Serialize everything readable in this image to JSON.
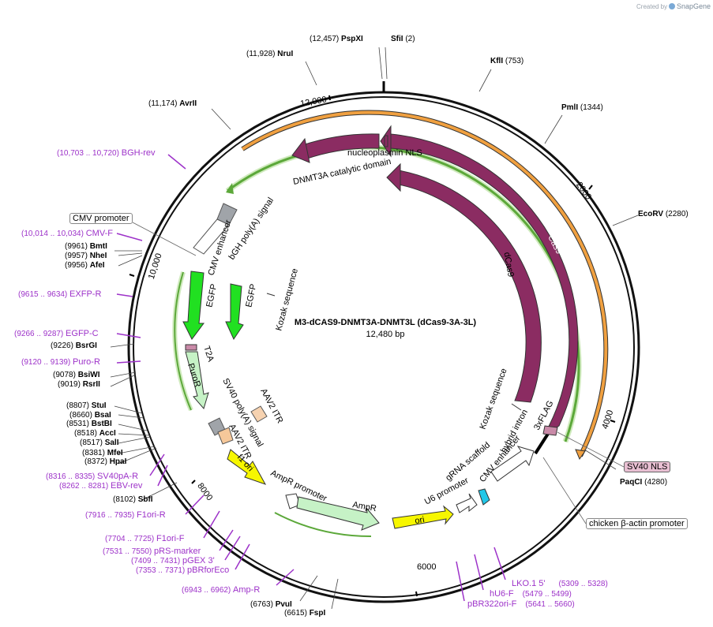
{
  "credit": {
    "prefix": "Created by",
    "brand": "SnapGene"
  },
  "plasmid": {
    "name": "M3-dCAS9-DNMT3A-DNMT3L (dCas9-3A-3L)",
    "length_text": "12,480 bp"
  },
  "ruler": [
    "2000",
    "4000",
    "6000",
    "8000",
    "10,000",
    "12,000"
  ],
  "enzymes": [
    {
      "pos": "(12,457)",
      "name": "PspXI"
    },
    {
      "name": "SfiI",
      "pos": "(2)"
    },
    {
      "pos": "(11,928)",
      "name": "NruI"
    },
    {
      "name": "KflI",
      "pos": "(753)"
    },
    {
      "pos": "(11,174)",
      "name": "AvrII"
    },
    {
      "name": "PmlI",
      "pos": "(1344)"
    },
    {
      "name": "EcoRV",
      "pos": "(2280)"
    },
    {
      "pos": "(9961)",
      "name": "BmtI"
    },
    {
      "pos": "(9957)",
      "name": "NheI"
    },
    {
      "pos": "(9956)",
      "name": "AfeI"
    },
    {
      "pos": "(9226)",
      "name": "BsrGI"
    },
    {
      "pos": "(9078)",
      "name": "BsiWI"
    },
    {
      "pos": "(9019)",
      "name": "RsrII"
    },
    {
      "pos": "(8807)",
      "name": "StuI"
    },
    {
      "pos": "(8660)",
      "name": "BsaI"
    },
    {
      "pos": "(8531)",
      "name": "BstBI"
    },
    {
      "pos": "(8518)",
      "name": "AccI"
    },
    {
      "pos": "(8517)",
      "name": "SalI"
    },
    {
      "pos": "(8381)",
      "name": "MfeI"
    },
    {
      "pos": "(8372)",
      "name": "HpaI"
    },
    {
      "pos": "(8102)",
      "name": "SbfI"
    },
    {
      "name": "PaqCI",
      "pos": "(4280)"
    },
    {
      "pos": "(6763)",
      "name": "PvuI"
    },
    {
      "pos": "(6615)",
      "name": "FspI"
    }
  ],
  "primers": [
    {
      "pos": "(10,703 .. 10,720)",
      "name": "BGH-rev"
    },
    {
      "pos": "(10,014 .. 10,034)",
      "name": "CMV-F"
    },
    {
      "pos": "(9615 .. 9634)",
      "name": "EXFP-R"
    },
    {
      "pos": "(9266 .. 9287)",
      "name": "EGFP-C"
    },
    {
      "pos": "(9120 .. 9139)",
      "name": "Puro-R"
    },
    {
      "pos": "(8316 .. 8335)",
      "name": "SV40pA-R"
    },
    {
      "pos": "(8262 .. 8281)",
      "name": "EBV-rev"
    },
    {
      "pos": "(7916 .. 7935)",
      "name": "F1ori-R"
    },
    {
      "pos": "(7704 .. 7725)",
      "name": "F1ori-F"
    },
    {
      "pos": "(7531 .. 7550)",
      "name": "pRS-marker"
    },
    {
      "pos": "(7409 .. 7431)",
      "name": "pGEX 3'"
    },
    {
      "pos": "(7353 .. 7371)",
      "name": "pBRforEco"
    },
    {
      "pos": "(6943 .. 6962)",
      "name": "Amp-R"
    },
    {
      "name": "LKO.1 5'",
      "pos": "(5309 .. 5328)"
    },
    {
      "name": "hU6-F",
      "pos": "(5479 .. 5499)"
    },
    {
      "name": "pBR322ori-F",
      "pos": "(5641 .. 5660)"
    }
  ],
  "boxed_labels": {
    "cmv_promoter": "CMV promoter",
    "sv40_nls": "SV40 NLS",
    "chicken_actin": "chicken β-actin promoter"
  },
  "features": {
    "nucleoplasmin_nls": "nucleoplasmin NLS",
    "dnmt3a": "DNMT3A catalytic domain",
    "bgh": "bGH poly(A) signal",
    "cmv_enhancer_left": "CMV enhancer",
    "egfp_outer": "EGFP",
    "egfp_inner": "EGFP",
    "t2a": "T2A",
    "puror": "PuroR",
    "kozak_left": "Kozak sequence",
    "sv40_polya": "SV40 poly(A) signal",
    "aav2_itr_left": "AAV2 ITR",
    "aav2_itr_right": "AAV2 ITR",
    "f1_ori": "f1 ori",
    "ampr_promoter": "AmpR promoter",
    "ampr": "AmpR",
    "ori": "ori",
    "u6_promoter": "U6 promoter",
    "grna_scaffold": "gRNA scaffold",
    "cmv_enhancer_right": "CMV enhancer",
    "hybrid_intron": "hybrid intron",
    "flag": "3xFLAG",
    "kozak_right": "Kozak sequence",
    "dcas9": "dCas9",
    "cas9": "Cas9"
  },
  "colors": {
    "cas9": "#8b2c62",
    "green_feature": "#21e021",
    "yellow_feature": "#f7f700",
    "orange_arc": "#f0a040",
    "green_arc": "#5ca83a",
    "primer": "#9d32c9",
    "promoter": "#ffffff"
  }
}
